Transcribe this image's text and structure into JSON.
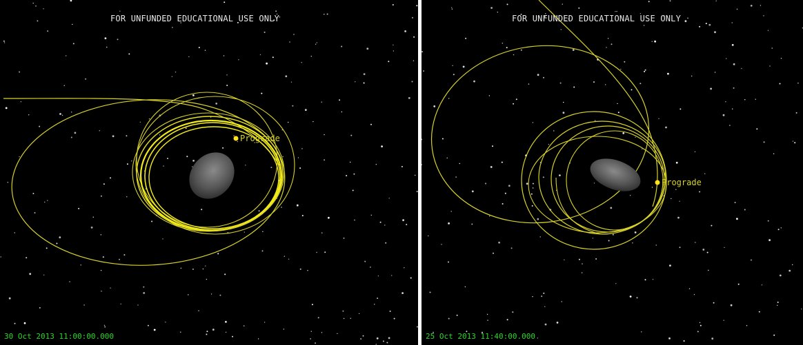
{
  "colors": {
    "orbit": "#d8d22a",
    "orbit_bright": "#f2ec1a",
    "marker": "#ffe21a",
    "timestamp": "#2ed42e",
    "watermark": "#e8e8e8",
    "space": "#000000"
  },
  "panels": [
    {
      "watermark": "FOR UNFUNDED EDUCATIONAL USE ONLY",
      "marker_label": "Prograde",
      "timestamp": "30 Oct 2013 11:00:00.000"
    },
    {
      "watermark": "FOR UNFUNDED EDUCATIONAL USE ONLY",
      "marker_label": "Prograde",
      "timestamp": "25 Oct 2013 11:40:00.000"
    }
  ]
}
